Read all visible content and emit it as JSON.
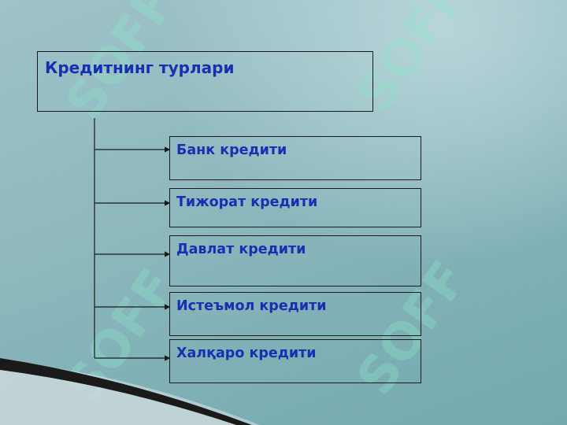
{
  "watermark": {
    "text": "SOFF"
  },
  "diagram": {
    "title": "Кредитнинг турлари",
    "items": [
      {
        "label": "Банк кредити"
      },
      {
        "label": "Тижорат кредити"
      },
      {
        "label": "Давлат кредити"
      },
      {
        "label": "Истеъмол кредити"
      },
      {
        "label": "Халқаро кредити"
      }
    ]
  },
  "colors": {
    "background": "#8fb9bf",
    "text": "#1a2fb0",
    "border": "#1a1a1a"
  }
}
